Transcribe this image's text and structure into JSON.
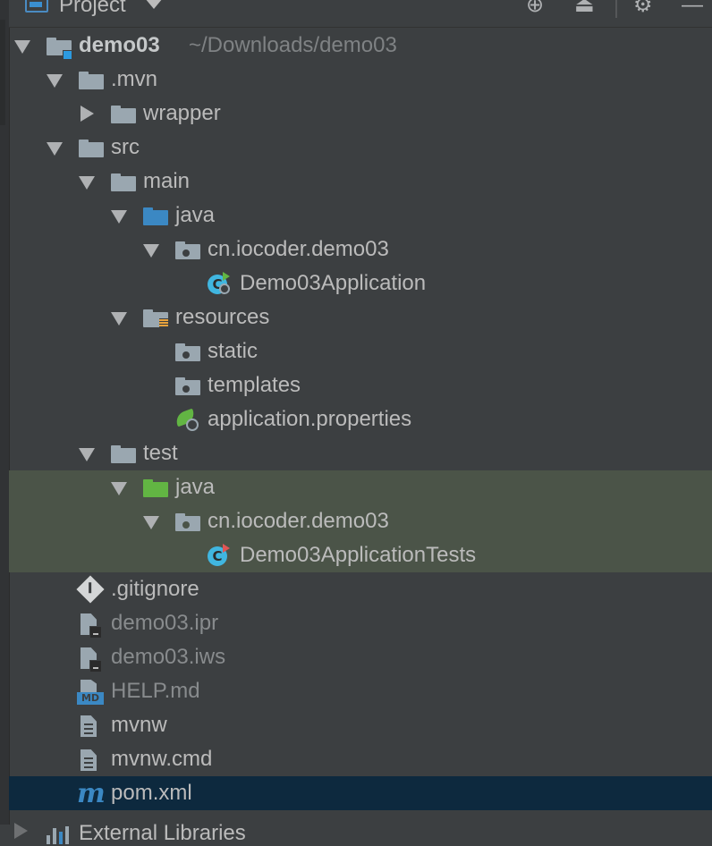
{
  "header": {
    "title": "Project"
  },
  "tree": {
    "root": {
      "name": "demo03",
      "path": "~/Downloads/demo03"
    },
    "mvn": ".mvn",
    "wrapper": "wrapper",
    "src": "src",
    "main": "main",
    "main_java": "java",
    "main_package": "cn.iocoder.demo03",
    "main_class": "Demo03Application",
    "resources": "resources",
    "static": "static",
    "templates": "templates",
    "app_props": "application.properties",
    "test": "test",
    "test_java": "java",
    "test_package": "cn.iocoder.demo03",
    "test_class": "Demo03ApplicationTests",
    "gitignore": ".gitignore",
    "ipr": "demo03.ipr",
    "iws": "demo03.iws",
    "help": "HELP.md",
    "mvnw": "mvnw",
    "mvnw_cmd": "mvnw.cmd",
    "pom": "pom.xml",
    "external": "External Libraries"
  },
  "icons": {
    "class_letter": "C",
    "maven_letter": "m",
    "md_tag": "MD",
    "add": "⊕",
    "collapse": "⏏",
    "settings": "⚙",
    "hide": "—"
  },
  "colors": {
    "background": "#3c3f41",
    "selected_green": "#4b5448",
    "selected_blue": "#0d293e",
    "folder_blue": "#3b88c3",
    "folder_green": "#62b543"
  }
}
